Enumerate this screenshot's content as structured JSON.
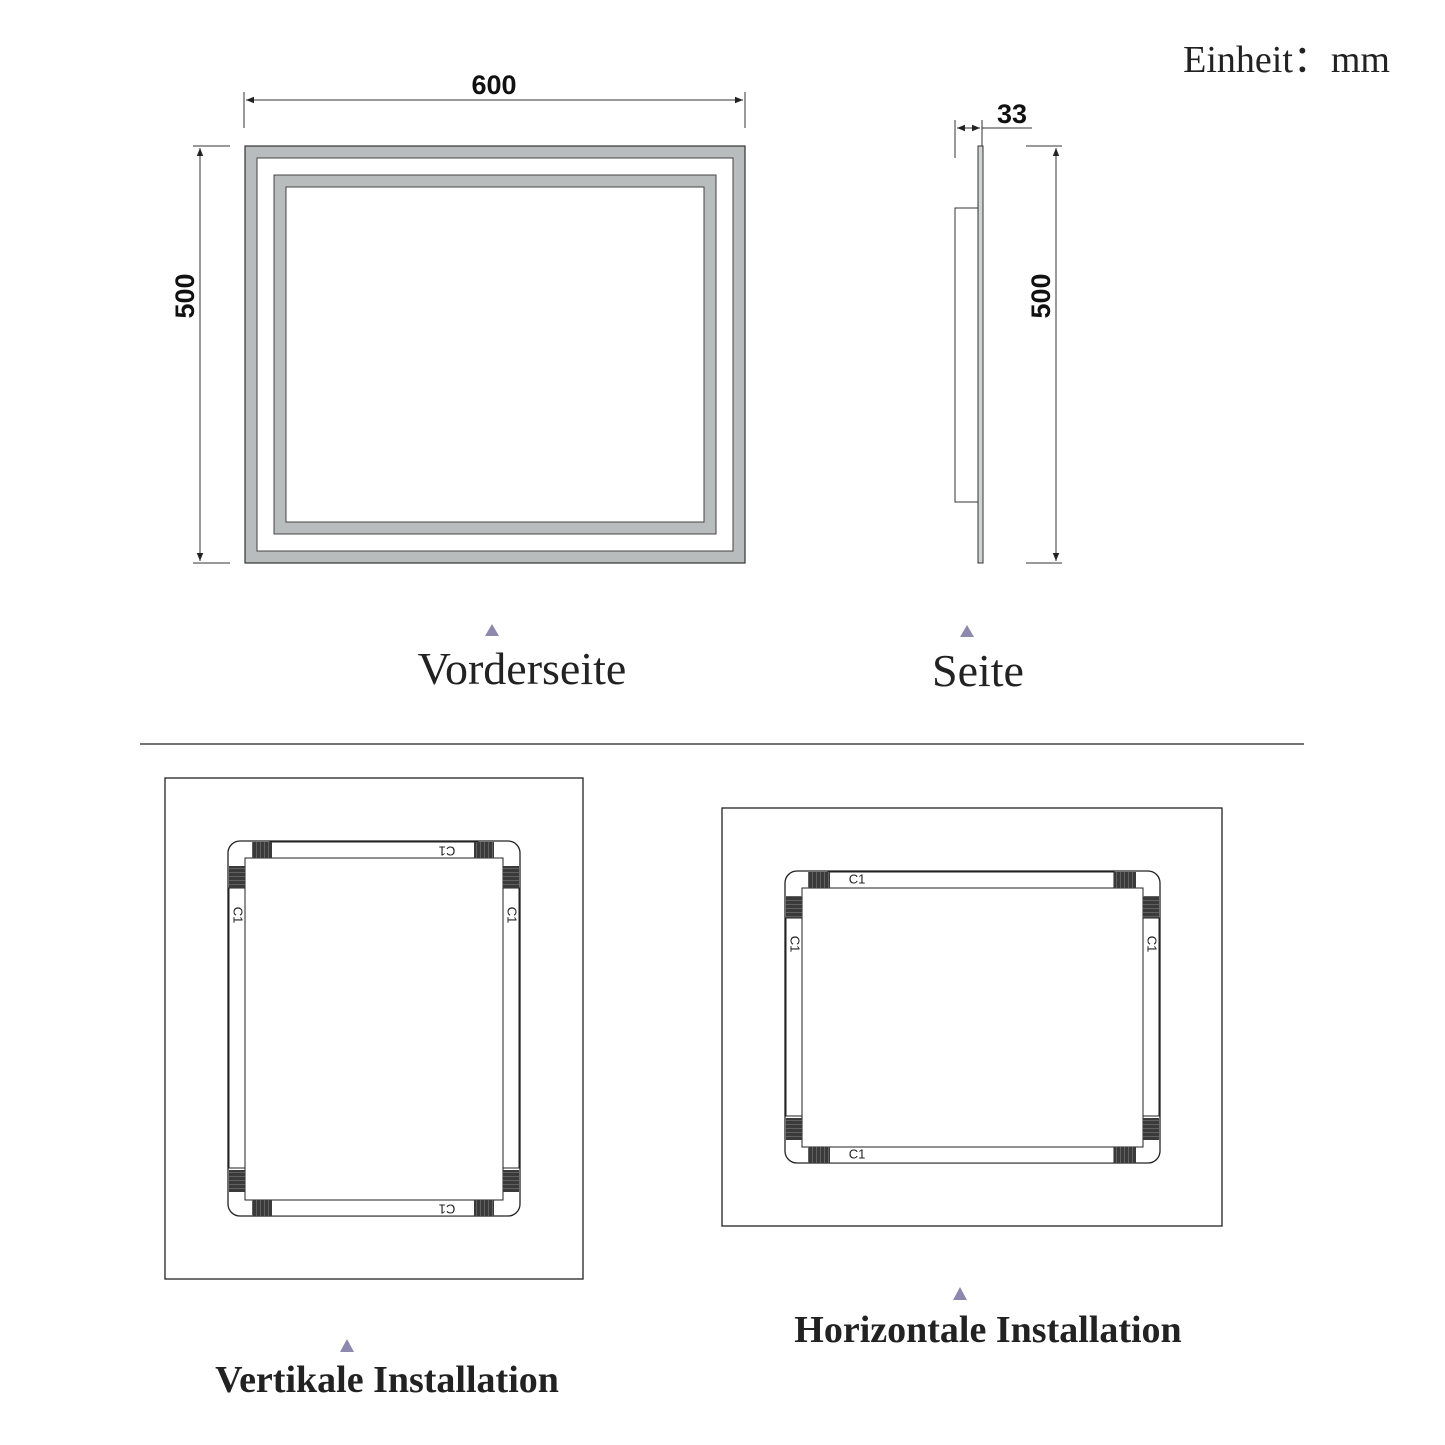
{
  "unit_label": "Einheit：mm",
  "front_view": {
    "caption": "Vorderseite",
    "width_label": "600",
    "height_label": "500"
  },
  "side_view": {
    "caption": "Seite",
    "depth_label": "33",
    "height_label": "500"
  },
  "vertical_install": {
    "caption": "Vertikale Installation",
    "bracket_label": "C1"
  },
  "horizontal_install": {
    "caption": "Horizontale Installation",
    "bracket_label": "C1"
  },
  "colors": {
    "frame_gray": "#b8bcbc",
    "marker": "#8d88b0",
    "bracket": "#3a3a3a"
  }
}
